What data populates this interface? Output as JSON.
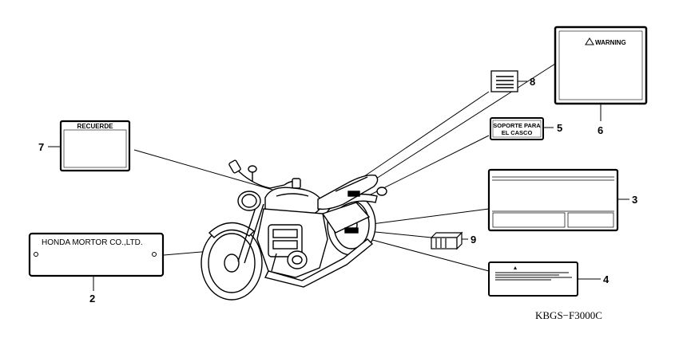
{
  "labels": {
    "warning_title": "WARNING",
    "recuerde_title": "RECUERDE",
    "nameplate_text": "HONDA MORTOR CO.,LTD.",
    "soporte_line1": "SOPORTE PARA",
    "soporte_line2": "EL CASCO"
  },
  "callouts": {
    "c2": "2",
    "c3": "3",
    "c4": "4",
    "c5": "5",
    "c6": "6",
    "c7": "7",
    "c8": "8",
    "c9": "9"
  },
  "diagram_code": "KBGS−F3000C",
  "icons": {
    "warning_symbol": "warning-triangle-icon",
    "label_lines": "text-lines-icon"
  }
}
